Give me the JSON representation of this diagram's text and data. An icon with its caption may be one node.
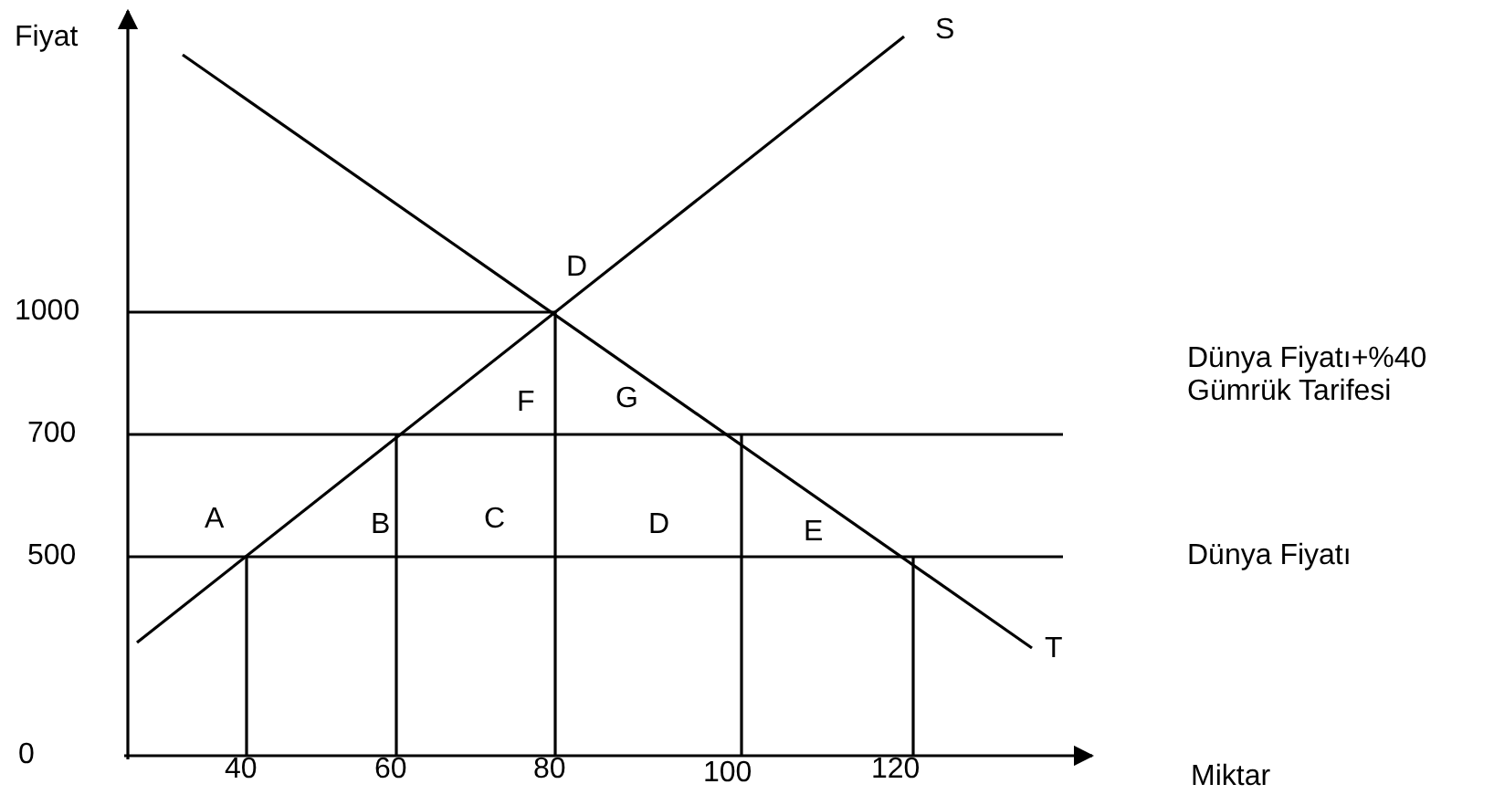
{
  "diagram": {
    "labels": [
      "Fiyat",
      "S",
      "D",
      "1000",
      "Dünya Fiyatı+%40 Gümrük Tarifesi",
      "F",
      "G",
      "700",
      "A",
      "B",
      "C",
      "D",
      "E",
      "500",
      "Dünya Fiyatı",
      "T",
      "0",
      "40",
      "60",
      "80",
      "100",
      "120",
      "Miktar"
    ]
  }
}
